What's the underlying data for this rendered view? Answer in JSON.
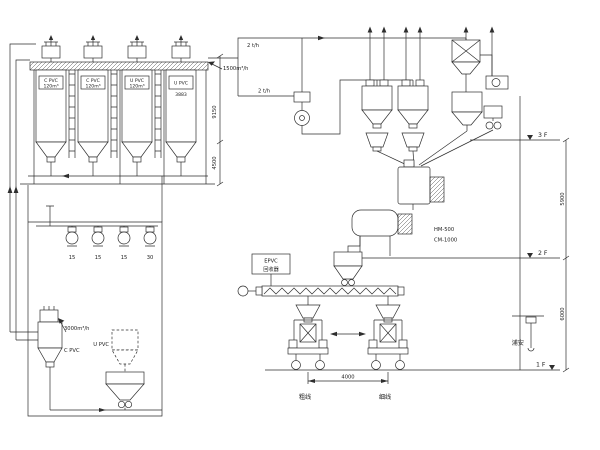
{
  "silos": {
    "s1": {
      "l1": "C PVC",
      "l2": "120m³"
    },
    "s2": {
      "l1": "C PVC",
      "l2": "120m³"
    },
    "s3": {
      "l1": "U PVC",
      "l2": "120m³"
    },
    "s4": {
      "l1": "U PVC"
    }
  },
  "dims": {
    "silo_width": "3883",
    "silo_total_h": "9150",
    "silo_cone_h": "4500",
    "floor3_2": "5900",
    "floor2_1": "6000",
    "packing_span": "4000"
  },
  "flows": {
    "top_line": "2 t/h",
    "transfer_line": "2 t/h",
    "silo_vent": "1500m³/h",
    "recycle_air": "3000m³/h"
  },
  "blowers": {
    "b1": "15",
    "b2": "15",
    "b3": "15",
    "b4": "30"
  },
  "mixers": {
    "hot": "HM-500",
    "cool": "CM-1000"
  },
  "recycler": {
    "l1": "EPVC",
    "l2": "回收器"
  },
  "day_storage": {
    "cpvc": "C PVC",
    "upvc": "U PVC"
  },
  "floors": {
    "f3": "3 F",
    "f2": "2 F",
    "f1": "1 F"
  },
  "tracks": {
    "left": "粗线",
    "right": "细线"
  },
  "hoist": {
    "label": "浦安"
  }
}
